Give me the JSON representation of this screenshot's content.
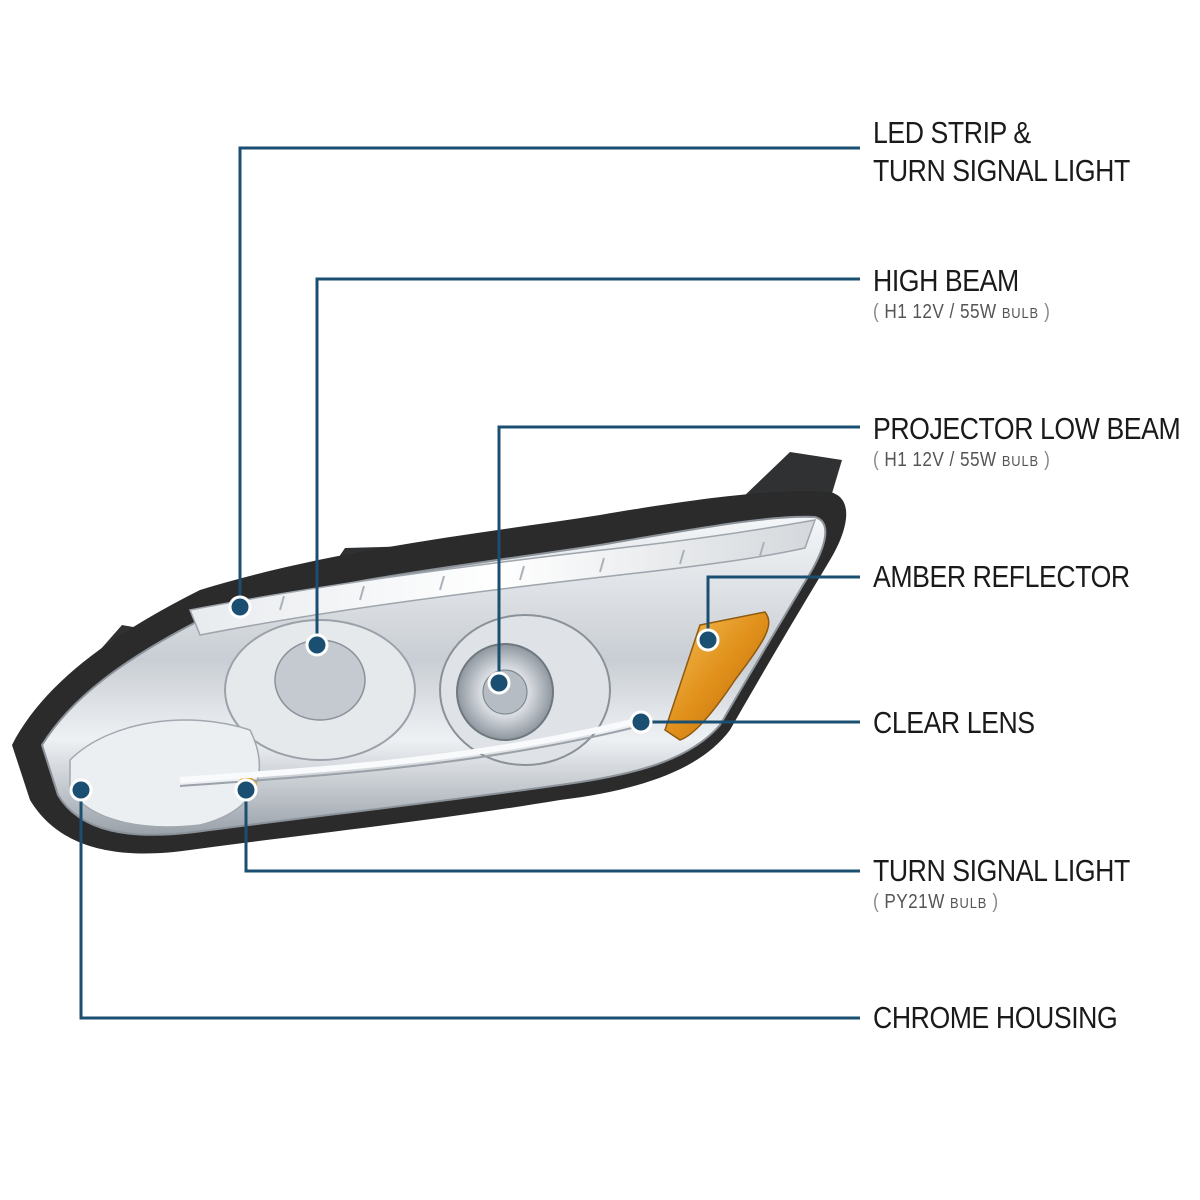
{
  "colors": {
    "leader": "#1b4f72",
    "dot_ring": "#ffffff",
    "amber": "#e39a1c",
    "chrome": "#cfd4da",
    "housing": "#2b2b2b"
  },
  "callouts": [
    {
      "id": "led-strip",
      "title_lines": [
        "LED STRIP &",
        "TURN SIGNAL LIGHT"
      ],
      "spec": null
    },
    {
      "id": "high-beam",
      "title_lines": [
        "HIGH BEAM"
      ],
      "spec": {
        "bulb": "H1  12V / 55W",
        "suffix": "BULB"
      }
    },
    {
      "id": "projector-low-beam",
      "title_lines": [
        "PROJECTOR LOW BEAM"
      ],
      "spec": {
        "bulb": "H1  12V / 55W",
        "suffix": "BULB"
      }
    },
    {
      "id": "amber-reflector",
      "title_lines": [
        "AMBER REFLECTOR"
      ],
      "spec": null
    },
    {
      "id": "clear-lens",
      "title_lines": [
        "CLEAR LENS"
      ],
      "spec": null
    },
    {
      "id": "turn-signal-light",
      "title_lines": [
        "TURN SIGNAL LIGHT"
      ],
      "spec": {
        "bulb": "PY21W",
        "suffix": "BULB"
      }
    },
    {
      "id": "chrome-housing",
      "title_lines": [
        "CHROME HOUSING"
      ],
      "spec": null
    }
  ]
}
